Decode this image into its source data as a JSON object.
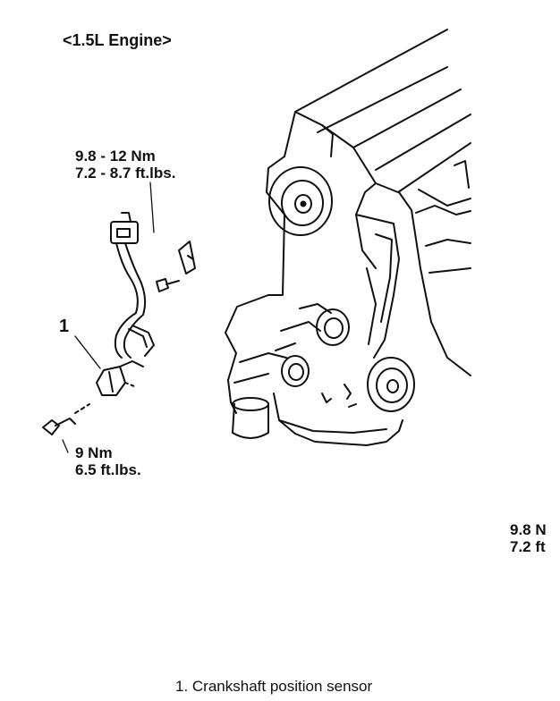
{
  "title": "<1.5L Engine>",
  "torques": {
    "upper": {
      "nm": "9.8 - 12 Nm",
      "ftlbs": "7.2 - 8.7 ft.lbs."
    },
    "lower": {
      "nm": "9 Nm",
      "ftlbs": "6.5 ft.lbs."
    },
    "right": {
      "nm": "9.8 N",
      "ftlbs": "7.2 ft"
    }
  },
  "callout_number": "1",
  "legend": {
    "item1": "1. Crankshaft  position  sensor"
  },
  "colors": {
    "ink": "#111111",
    "background": "#ffffff"
  }
}
